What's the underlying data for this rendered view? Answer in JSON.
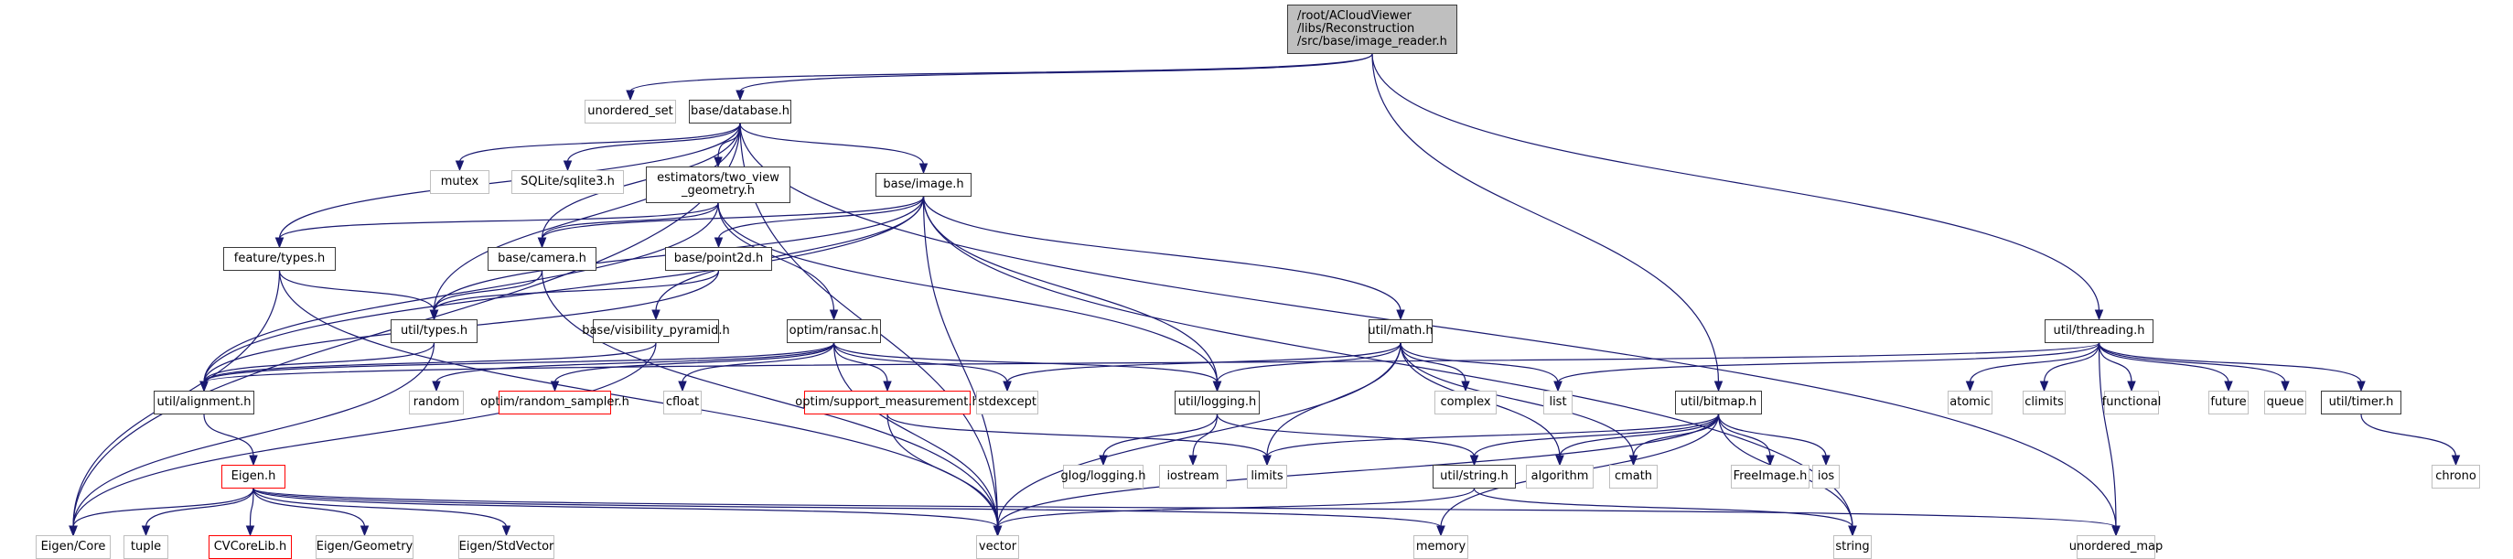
{
  "diagram": {
    "title": "/root/ACloudViewer/libs/Reconstruction/src/base/image_reader.h include dependency graph",
    "colors": {
      "edge": "#191970",
      "internal_border": "#3a3a3a",
      "external_border": "#bfbfbf",
      "undocumented_border": "#ff0000",
      "root_fill": "#bfbfbf"
    },
    "nodes": [
      {
        "id": "root",
        "label": "/root/ACloudViewer\n/libs/Reconstruction\n/src/base/image_reader.h",
        "kind": "root"
      },
      {
        "id": "unordered_set",
        "label": "unordered_set",
        "kind": "ext"
      },
      {
        "id": "database",
        "label": "base/database.h",
        "kind": "int"
      },
      {
        "id": "mutex",
        "label": "mutex",
        "kind": "ext"
      },
      {
        "id": "sqlite",
        "label": "SQLite/sqlite3.h",
        "kind": "ext"
      },
      {
        "id": "twoview",
        "label": "estimators/two_view\n_geometry.h",
        "kind": "int"
      },
      {
        "id": "image",
        "label": "base/image.h",
        "kind": "int"
      },
      {
        "id": "feature_types",
        "label": "feature/types.h",
        "kind": "int"
      },
      {
        "id": "camera",
        "label": "base/camera.h",
        "kind": "int"
      },
      {
        "id": "point2d",
        "label": "base/point2d.h",
        "kind": "int"
      },
      {
        "id": "util_types",
        "label": "util/types.h",
        "kind": "int"
      },
      {
        "id": "vispyr",
        "label": "base/visibility_pyramid.h",
        "kind": "int"
      },
      {
        "id": "ransac",
        "label": "optim/ransac.h",
        "kind": "int"
      },
      {
        "id": "math",
        "label": "util/math.h",
        "kind": "int"
      },
      {
        "id": "threading",
        "label": "util/threading.h",
        "kind": "int"
      },
      {
        "id": "alignment",
        "label": "util/alignment.h",
        "kind": "int"
      },
      {
        "id": "random",
        "label": "random",
        "kind": "ext"
      },
      {
        "id": "rsampler",
        "label": "optim/random_sampler.h",
        "kind": "undoc"
      },
      {
        "id": "cfloat",
        "label": "cfloat",
        "kind": "ext"
      },
      {
        "id": "support",
        "label": "optim/support_measurement.h",
        "kind": "undoc"
      },
      {
        "id": "stdexcept",
        "label": "stdexcept",
        "kind": "ext"
      },
      {
        "id": "logging",
        "label": "util/logging.h",
        "kind": "int"
      },
      {
        "id": "complex",
        "label": "complex",
        "kind": "ext"
      },
      {
        "id": "list",
        "label": "list",
        "kind": "ext"
      },
      {
        "id": "bitmap",
        "label": "util/bitmap.h",
        "kind": "int"
      },
      {
        "id": "atomic",
        "label": "atomic",
        "kind": "ext"
      },
      {
        "id": "climits",
        "label": "climits",
        "kind": "ext"
      },
      {
        "id": "functional",
        "label": "functional",
        "kind": "ext"
      },
      {
        "id": "future",
        "label": "future",
        "kind": "ext"
      },
      {
        "id": "queue",
        "label": "queue",
        "kind": "ext"
      },
      {
        "id": "timer",
        "label": "util/timer.h",
        "kind": "int"
      },
      {
        "id": "eigen",
        "label": "Eigen.h",
        "kind": "undoc"
      },
      {
        "id": "glog",
        "label": "glog/logging.h",
        "kind": "ext"
      },
      {
        "id": "iostream",
        "label": "iostream",
        "kind": "ext"
      },
      {
        "id": "limits",
        "label": "limits",
        "kind": "ext"
      },
      {
        "id": "ustring",
        "label": "util/string.h",
        "kind": "int"
      },
      {
        "id": "algorithm",
        "label": "algorithm",
        "kind": "ext"
      },
      {
        "id": "cmath",
        "label": "cmath",
        "kind": "ext"
      },
      {
        "id": "freeimage",
        "label": "FreeImage.h",
        "kind": "ext"
      },
      {
        "id": "ios",
        "label": "ios",
        "kind": "ext"
      },
      {
        "id": "chrono",
        "label": "chrono",
        "kind": "ext"
      },
      {
        "id": "eigen_core",
        "label": "Eigen/Core",
        "kind": "ext"
      },
      {
        "id": "tuple",
        "label": "tuple",
        "kind": "ext"
      },
      {
        "id": "cvcorelib",
        "label": "CVCoreLib.h",
        "kind": "undoc"
      },
      {
        "id": "eigen_geom",
        "label": "Eigen/Geometry",
        "kind": "ext"
      },
      {
        "id": "eigen_stdvec",
        "label": "Eigen/StdVector",
        "kind": "ext"
      },
      {
        "id": "vector",
        "label": "vector",
        "kind": "ext"
      },
      {
        "id": "memory",
        "label": "memory",
        "kind": "ext"
      },
      {
        "id": "string",
        "label": "string",
        "kind": "ext"
      },
      {
        "id": "unordered_map",
        "label": "unordered_map",
        "kind": "ext"
      }
    ],
    "edges": [
      [
        "root",
        "unordered_set"
      ],
      [
        "root",
        "database"
      ],
      [
        "root",
        "bitmap"
      ],
      [
        "root",
        "threading"
      ],
      [
        "database",
        "mutex"
      ],
      [
        "database",
        "sqlite"
      ],
      [
        "database",
        "twoview"
      ],
      [
        "database",
        "image"
      ],
      [
        "database",
        "feature_types"
      ],
      [
        "database",
        "camera"
      ],
      [
        "database",
        "util_types"
      ],
      [
        "database",
        "eigen_core"
      ],
      [
        "database",
        "vector"
      ],
      [
        "database",
        "unordered_map"
      ],
      [
        "twoview",
        "feature_types"
      ],
      [
        "twoview",
        "camera"
      ],
      [
        "twoview",
        "alignment"
      ],
      [
        "twoview",
        "ransac"
      ],
      [
        "twoview",
        "logging"
      ],
      [
        "image",
        "camera"
      ],
      [
        "image",
        "point2d"
      ],
      [
        "image",
        "util_types"
      ],
      [
        "image",
        "vispyr"
      ],
      [
        "image",
        "math"
      ],
      [
        "image",
        "logging"
      ],
      [
        "image",
        "alignment"
      ],
      [
        "image",
        "vector"
      ],
      [
        "image",
        "string"
      ],
      [
        "feature_types",
        "util_types"
      ],
      [
        "feature_types",
        "eigen_core"
      ],
      [
        "feature_types",
        "vector"
      ],
      [
        "camera",
        "util_types"
      ],
      [
        "camera",
        "vector"
      ],
      [
        "point2d",
        "util_types"
      ],
      [
        "point2d",
        "alignment"
      ],
      [
        "util_types",
        "alignment"
      ],
      [
        "util_types",
        "eigen_core"
      ],
      [
        "vispyr",
        "alignment"
      ],
      [
        "vispyr",
        "eigen_core"
      ],
      [
        "ransac",
        "alignment"
      ],
      [
        "ransac",
        "random"
      ],
      [
        "ransac",
        "rsampler"
      ],
      [
        "ransac",
        "cfloat"
      ],
      [
        "ransac",
        "support"
      ],
      [
        "ransac",
        "stdexcept"
      ],
      [
        "ransac",
        "logging"
      ],
      [
        "ransac",
        "vector"
      ],
      [
        "math",
        "stdexcept"
      ],
      [
        "math",
        "logging"
      ],
      [
        "math",
        "complex"
      ],
      [
        "math",
        "list"
      ],
      [
        "math",
        "limits"
      ],
      [
        "math",
        "algorithm"
      ],
      [
        "math",
        "cmath"
      ],
      [
        "math",
        "vector"
      ],
      [
        "threading",
        "alignment"
      ],
      [
        "threading",
        "list"
      ],
      [
        "threading",
        "atomic"
      ],
      [
        "threading",
        "climits"
      ],
      [
        "threading",
        "functional"
      ],
      [
        "threading",
        "future"
      ],
      [
        "threading",
        "queue"
      ],
      [
        "threading",
        "timer"
      ],
      [
        "threading",
        "unordered_map"
      ],
      [
        "alignment",
        "eigen"
      ],
      [
        "support",
        "vector"
      ],
      [
        "support",
        "limits"
      ],
      [
        "logging",
        "glog"
      ],
      [
        "logging",
        "iostream"
      ],
      [
        "logging",
        "ustring"
      ],
      [
        "bitmap",
        "limits"
      ],
      [
        "bitmap",
        "ustring"
      ],
      [
        "bitmap",
        "algorithm"
      ],
      [
        "bitmap",
        "cmath"
      ],
      [
        "bitmap",
        "freeimage"
      ],
      [
        "bitmap",
        "ios"
      ],
      [
        "bitmap",
        "string"
      ],
      [
        "bitmap",
        "memory"
      ],
      [
        "bitmap",
        "vector"
      ],
      [
        "ustring",
        "vector"
      ],
      [
        "ustring",
        "string"
      ],
      [
        "timer",
        "chrono"
      ],
      [
        "eigen",
        "eigen_core"
      ],
      [
        "eigen",
        "tuple"
      ],
      [
        "eigen",
        "cvcorelib"
      ],
      [
        "eigen",
        "eigen_geom"
      ],
      [
        "eigen",
        "eigen_stdvec"
      ],
      [
        "eigen",
        "vector"
      ],
      [
        "eigen",
        "memory"
      ],
      [
        "eigen",
        "unordered_map"
      ]
    ]
  }
}
